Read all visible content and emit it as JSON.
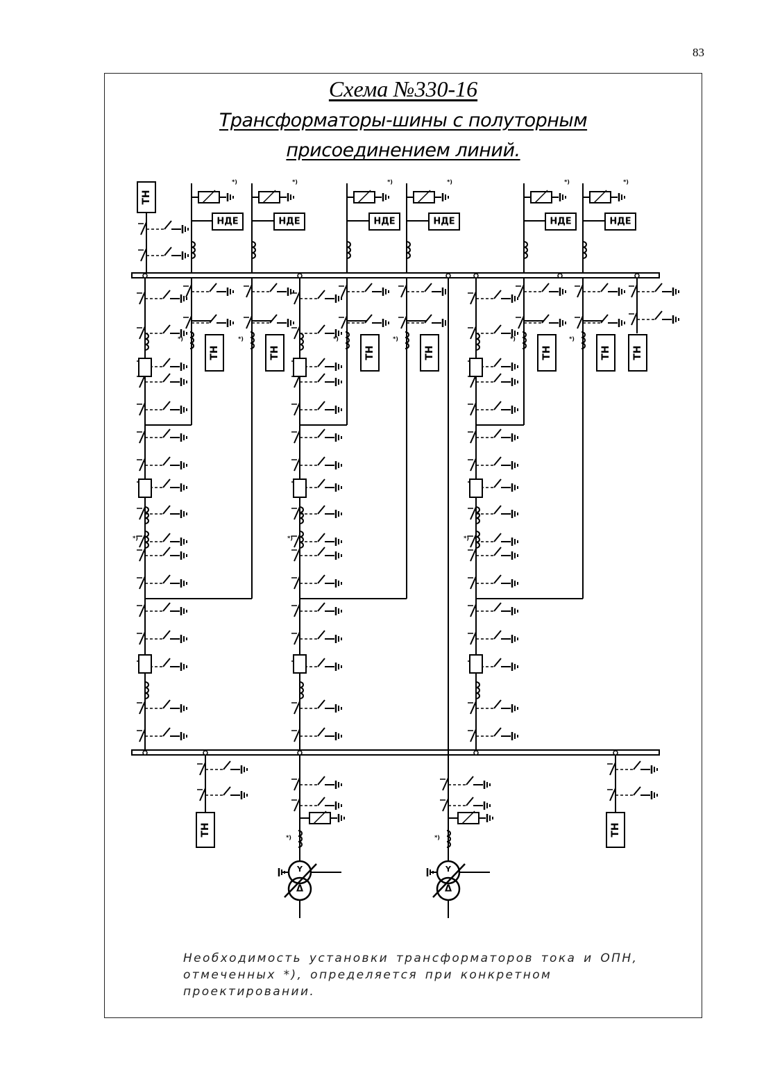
{
  "page": {
    "number": "83"
  },
  "title": {
    "line1": "Схема №330-16",
    "line2": "Трансформаторы-шины с полуторным",
    "line3": "присоединением линий."
  },
  "labels": {
    "voltage_transformer": "ТН",
    "hf_coupling": "НДЕ",
    "optional_mark": "*)"
  },
  "note": "Необходимость установки трансформаторов тока и ОПН, отмеченных *), определяется при конкретном проектировании.",
  "colors": {
    "ink": "#000000",
    "frame": "#222222",
    "background": "#ffffff"
  }
}
